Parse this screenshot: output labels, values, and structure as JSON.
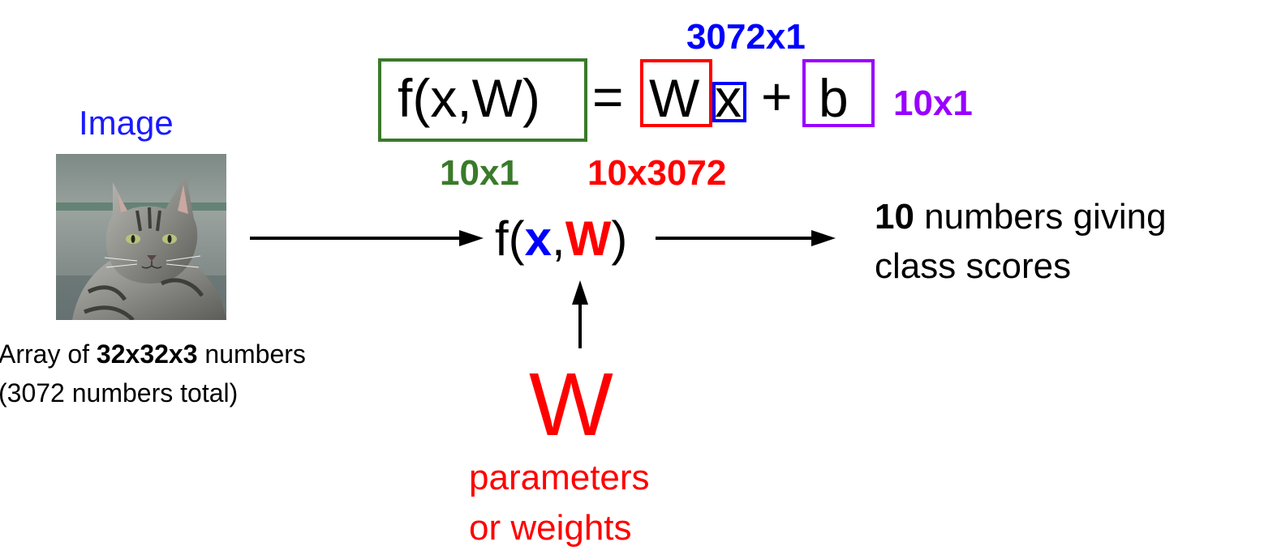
{
  "equation": {
    "lhs": "f(x,W)",
    "equals": "=",
    "w": "W",
    "x": "x",
    "plus": "+",
    "b": "b"
  },
  "dims": {
    "x_dim": "3072x1",
    "b_dim": "10x1",
    "f_dim": "10x1",
    "w_dim": "10x3072"
  },
  "image": {
    "label": "Image",
    "caption_line1_prefix": "Array of ",
    "caption_line1_bold": "32x32x3",
    "caption_line1_suffix": " numbers",
    "caption_line2": "(3072 numbers total)"
  },
  "function": {
    "f_open": "f(",
    "x": "x",
    "comma": ",",
    "w": "W",
    "close": ")"
  },
  "output": {
    "count": "10",
    "line1_suffix": " numbers giving",
    "line2": "class scores"
  },
  "weights": {
    "symbol": "W",
    "line1": "parameters",
    "line2": "or weights"
  },
  "colors": {
    "green": "#3a7a2a",
    "red": "#ff0000",
    "blue": "#0000ff",
    "purple": "#9900ff",
    "image_blue": "#1a1aff"
  }
}
